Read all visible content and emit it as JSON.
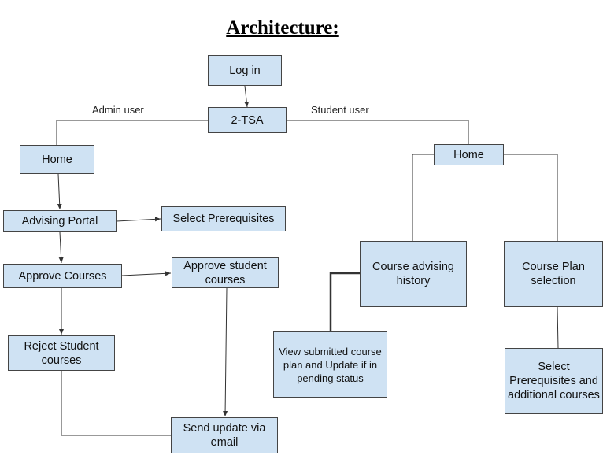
{
  "title": "Architecture:",
  "edge_labels": {
    "admin": "Admin user",
    "student": "Student user"
  },
  "nodes": {
    "login": "Log in",
    "tsa": "2-TSA",
    "admin_home": "Home",
    "student_home": "Home",
    "advising_portal": "Advising Portal",
    "select_prereq": "Select Prerequisites",
    "approve_courses": "Approve Courses",
    "approve_student": "Approve student courses",
    "reject_student": "Reject Student courses",
    "send_update": "Send update via email",
    "advising_history": "Course advising history",
    "plan_selection": "Course Plan selection",
    "view_submitted": "View submitted course plan and Update if in pending status",
    "select_additional": "Select Prerequisites and additional courses"
  },
  "colors": {
    "node_fill": "#cfe2f3",
    "node_border": "#444444",
    "line": "#333333"
  }
}
